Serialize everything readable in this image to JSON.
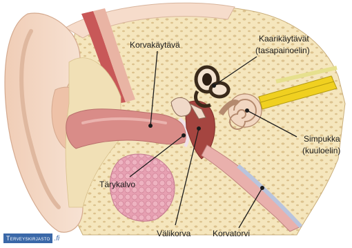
{
  "labels": {
    "korvakaytava": "Korvakäytävä",
    "kaarikaytavat_line1": "Kaarikäytävät",
    "kaarikaytavat_line2": "(tasapainoelin)",
    "simpukka_line1": "Simpukka",
    "simpukka_line2": "(kuuloelin)",
    "tarykalvo": "Tärykalvo",
    "valikorva": "Välikorva",
    "korvatorvi": "Korvatorvi"
  },
  "watermark": {
    "brand": "Terveyskirjasto",
    "tld": ".fi"
  },
  "colors": {
    "skin": "#f4d9c6",
    "skin_dark": "#e8bfa4",
    "bone": "#f3e3b8",
    "bone_texture": "#d9c08a",
    "canal": "#d98c88",
    "muscle": "#cc5a5a",
    "tissue_pink": "#e9a3b3",
    "nerve_yellow": "#f0d020",
    "brand_blue": "#3a68a8"
  }
}
